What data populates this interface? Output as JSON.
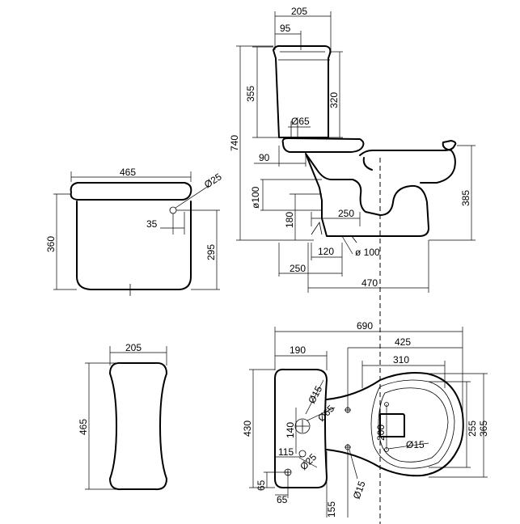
{
  "front_view": {
    "width": "465",
    "height": "360",
    "outlet_height": "295",
    "outlet_offset": "35",
    "hole_dia": "Ø25"
  },
  "side_view": {
    "cistern_width": "205",
    "cistern_inner": "95",
    "cistern_height": "355",
    "cistern_body": "320",
    "total_height": "740",
    "flush_pipe": "Ø65",
    "pan_offset": "90",
    "pan_height": "385",
    "outlet_dia_left": "ø100",
    "outlet_height": "180",
    "outlet_span": "250",
    "outlet_depth": "120",
    "outlet_dia": "ø 100",
    "base_offset": "250",
    "base_length": "470"
  },
  "cistern_top_view": {
    "width": "205",
    "length": "465"
  },
  "plan_view": {
    "total_length": "690",
    "cistern_depth": "190",
    "bowl_length": "425",
    "bowl_opening": "310",
    "width": "430",
    "hole_top": "Ø15",
    "inlet_center": "Ø65",
    "inlet_spacing": "140",
    "inlet_offset": "115",
    "hole_inlet": "Ø25",
    "side_left": "65",
    "side_bottom": "65",
    "front_offset": "155",
    "fix_hole": "Ø15",
    "outlet_span": "200",
    "bowl_hole": "Ø15",
    "seat_width": "255",
    "bowl_width": "365"
  }
}
